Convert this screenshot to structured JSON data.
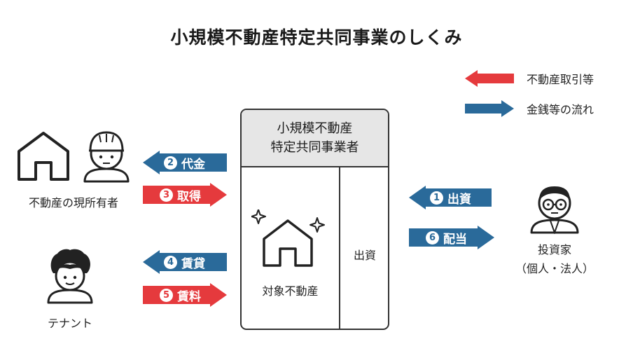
{
  "title": "小規模不動産特定共同事業のしくみ",
  "colors": {
    "red": "#e53a3d",
    "blue": "#2a6a9a",
    "box_header": "#e6e6e6"
  },
  "legend": [
    {
      "label": "不動産取引等",
      "color": "red",
      "direction": "left"
    },
    {
      "label": "金銭等の流れ",
      "color": "blue",
      "direction": "right"
    }
  ],
  "box": {
    "header_line1": "小規模不動産",
    "header_line2": "特定共同事業者",
    "left_label": "対象不動産",
    "right_label": "出資"
  },
  "parties": {
    "owner": "不動産の現所有者",
    "tenant": "テナント",
    "investor_line1": "投資家",
    "investor_line2": "（個人・法人）"
  },
  "arrows": [
    {
      "num": "2",
      "label": "代金",
      "color": "blue",
      "direction": "left"
    },
    {
      "num": "3",
      "label": "取得",
      "color": "red",
      "direction": "right"
    },
    {
      "num": "4",
      "label": "賃貸",
      "color": "blue",
      "direction": "left"
    },
    {
      "num": "5",
      "label": "賃料",
      "color": "red",
      "direction": "right"
    },
    {
      "num": "1",
      "label": "出資",
      "color": "blue",
      "direction": "left"
    },
    {
      "num": "6",
      "label": "配当",
      "color": "blue",
      "direction": "right"
    }
  ]
}
